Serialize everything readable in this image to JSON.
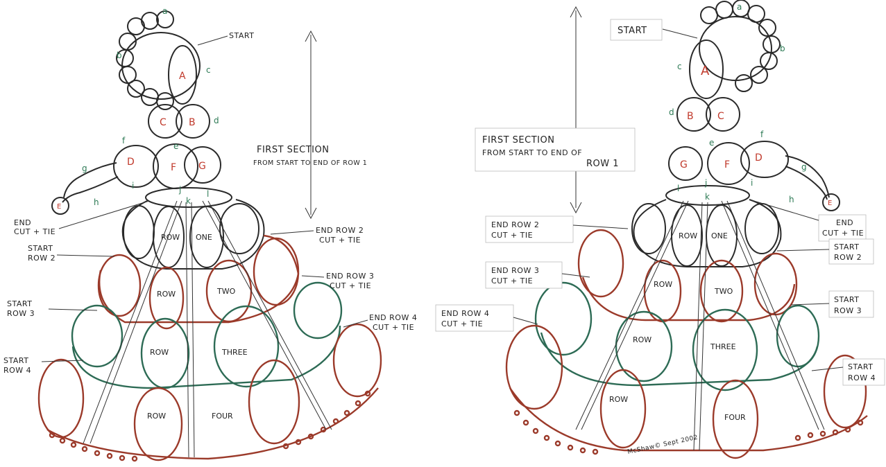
{
  "left": {
    "start": "START",
    "first_section": "FIRST SECTION",
    "from_start": "FROM START TO END OF ROW 1",
    "end_cut_tie_1": "END",
    "end_cut_tie_2": "CUT + TIE",
    "start_row2_1": "START",
    "start_row2_2": "ROW 2",
    "start_row3_1": "START",
    "start_row3_2": "ROW 3",
    "start_row4_1": "START",
    "start_row4_2": "ROW 4",
    "end_row2_1": "END ROW 2",
    "end_row2_2": "CUT + TIE",
    "end_row3_1": "END ROW 3",
    "end_row3_2": "CUT + TIE",
    "end_row4_1": "END ROW 4",
    "end_row4_2": "CUT + TIE",
    "rings": [
      "A",
      "B",
      "C",
      "D",
      "E",
      "F",
      "G"
    ],
    "chains": [
      "a",
      "b",
      "c",
      "d",
      "e",
      "f",
      "g",
      "h",
      "i",
      "j",
      "k",
      "l"
    ],
    "row1": [
      "ROW",
      "ONE"
    ],
    "row2": [
      "ROW",
      "TWO"
    ],
    "row3": [
      "ROW",
      "THREE"
    ],
    "row4": [
      "ROW",
      "FOUR"
    ]
  },
  "right": {
    "start": "START",
    "first_section_1": "FIRST SECTION",
    "first_section_2": "FROM START TO END OF",
    "first_section_3": "ROW 1",
    "end_row2_1": "END ROW 2",
    "end_row2_2": "CUT + TIE",
    "end_row3_1": "END ROW 3",
    "end_row3_2": "CUT + TIE",
    "end_row4_1": "END ROW 4",
    "end_row4_2": "CUT + TIE",
    "end_cut_tie_1": "END",
    "end_cut_tie_2": "CUT + TIE",
    "start_row2_1": "START",
    "start_row2_2": "ROW 2",
    "start_row3_1": "START",
    "start_row3_2": "ROW 3",
    "start_row4_1": "START",
    "start_row4_2": "ROW 4",
    "rings": [
      "A",
      "B",
      "C",
      "D",
      "E",
      "F",
      "G"
    ],
    "chains": [
      "a",
      "b",
      "c",
      "d",
      "e",
      "f",
      "g",
      "h",
      "i",
      "j",
      "k",
      "l"
    ],
    "row1": [
      "ROW",
      "ONE"
    ],
    "row2": [
      "ROW",
      "TWO"
    ],
    "row3": [
      "ROW",
      "THREE"
    ],
    "row4": [
      "ROW",
      "FOUR"
    ],
    "signature": "McShaw© Sept 2002"
  },
  "colors": {
    "ink": "#2a2a2a",
    "red": "#9b3a2a",
    "green": "#2d6b55",
    "label_red": "#c0392b",
    "label_green": "#2d7a55"
  }
}
